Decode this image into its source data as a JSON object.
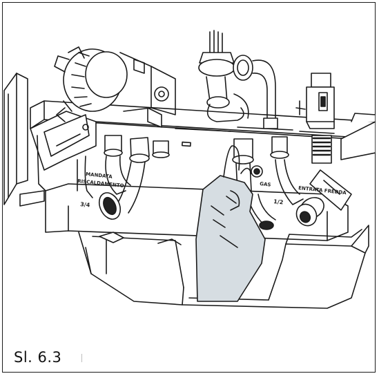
{
  "figure": {
    "caption": "Sl. 6.3",
    "labels": {
      "heating_flow": "MANDATA\nRISCALDAMENTO",
      "pipe_size_left": "3/4",
      "pipe_size_right": "1/2",
      "gas": "GAS",
      "cold_water_inlet": "ENTRATA FREDDA"
    }
  }
}
